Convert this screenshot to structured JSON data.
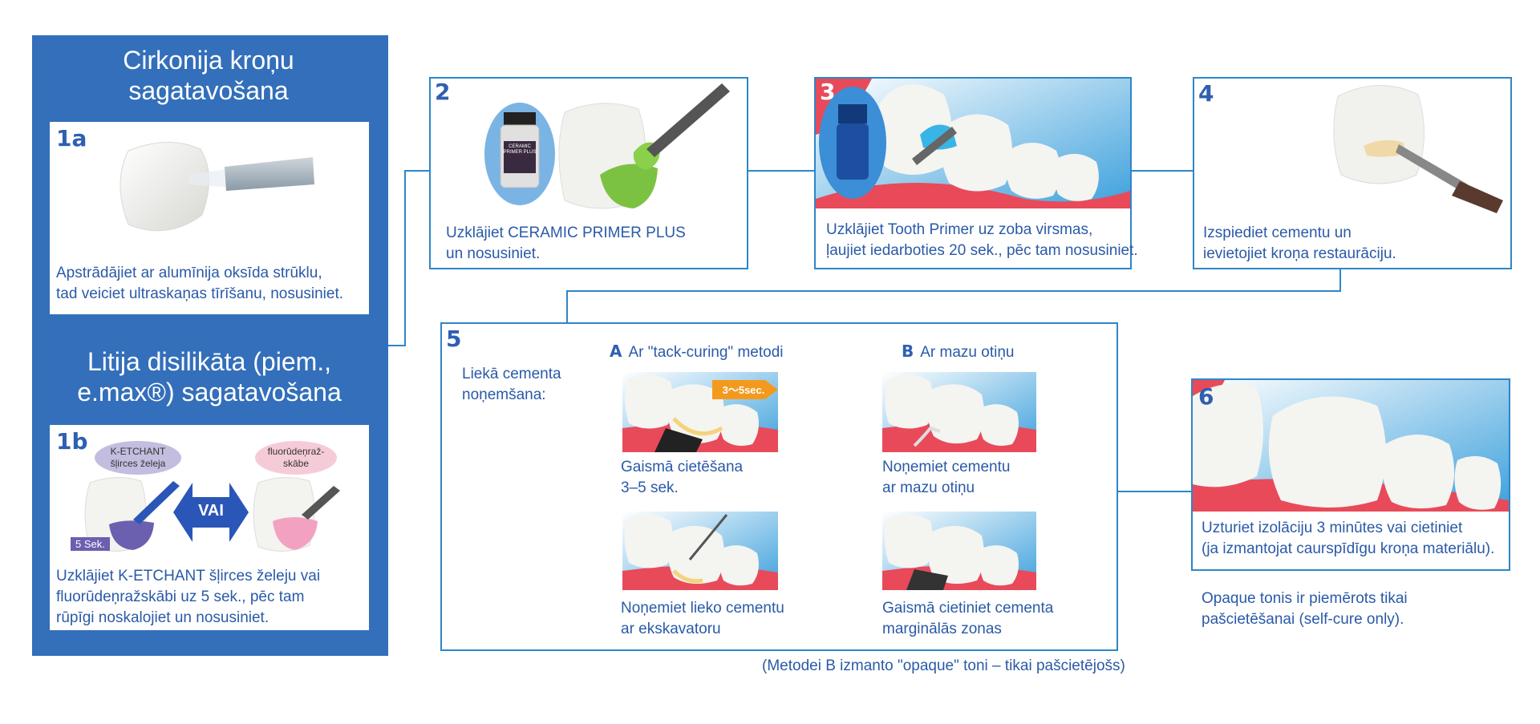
{
  "panel": {
    "zirconia_title": "Cirkonija kroņu sagatavošana",
    "lithium_title": "Litija disilikāta (piem., e.max®) sagatavošana"
  },
  "steps": {
    "s1a": {
      "num": "1a",
      "text1": "Apstrādājiet ar alumīnija oksīda strūklu,",
      "text2": "tad veiciet ultraskaņas tīrīšanu, nosusiniet."
    },
    "s1b": {
      "num": "1b",
      "badge_etchant": [
        "K-ETCHANT",
        "šļirces želeja"
      ],
      "badge_hf": [
        "fluorūdeņraž-",
        "skābe"
      ],
      "or_label": "VAI",
      "time_label": "5 Sek.",
      "text1": "Uzklājiet K-ETCHANT šļirces želeju vai",
      "text2": "fluorūdeņražskābi uz 5 sek., pēc tam",
      "text3": "rūpīgi noskalojiet un nosusiniet."
    },
    "s2": {
      "num": "2",
      "bottle_label": "CERAMIC PRIMER PLUS",
      "text1": "Uzklājiet CERAMIC PRIMER PLUS",
      "text2": "un nosusiniet."
    },
    "s3": {
      "num": "3",
      "text1": "Uzklājiet Tooth Primer uz zoba virsmas,",
      "text2": "ļaujiet iedarboties 20 sek., pēc tam nosusiniet."
    },
    "s4": {
      "num": "4",
      "text1": "Izspiediet cementu un",
      "text2": "ievietojiet kroņa restaurāciju."
    },
    "s5": {
      "num": "5",
      "intro1": "Liekā cementa",
      "intro2": "noņemšana:",
      "a_letter": "A",
      "a_title": "Ar \"tack-curing\" metodi",
      "b_letter": "B",
      "b_title": "Ar mazu otiņu",
      "timer": "3〜5sec.",
      "a1_text1": "Gaismā cietēšana",
      "a1_text2": "3–5 sek.",
      "a2_text1": "Noņemiet lieko cementu",
      "a2_text2": "ar ekskavatoru",
      "b1_text1": "Noņemiet cementu",
      "b1_text2": "ar mazu otiņu",
      "b2_text1": "Gaismā cietiniet cementa",
      "b2_text2": "marginālās zonas",
      "footnote": "(Metodei B izmanto \"opaque\" toni – tikai pašcietējošs)"
    },
    "s6": {
      "num": "6",
      "text1": "Uzturiet izolāciju 3 minūtes vai cietiniet",
      "text2": "(ja izmantojat caurspīdīgu kroņa materiālu).",
      "note1": "Opaque tonis ir piemērots tikai",
      "note2": "pašcietēšanai (self-cure only)."
    }
  },
  "colors": {
    "panel_blue": "#336fba",
    "border_blue": "#2e86c8",
    "text_blue": "#2a5aa8",
    "gum_red": "#e84a5a",
    "primer_green": "#7cc242",
    "tooth_primer_blue": "#39b4e6",
    "timer_orange": "#f39a1e"
  }
}
